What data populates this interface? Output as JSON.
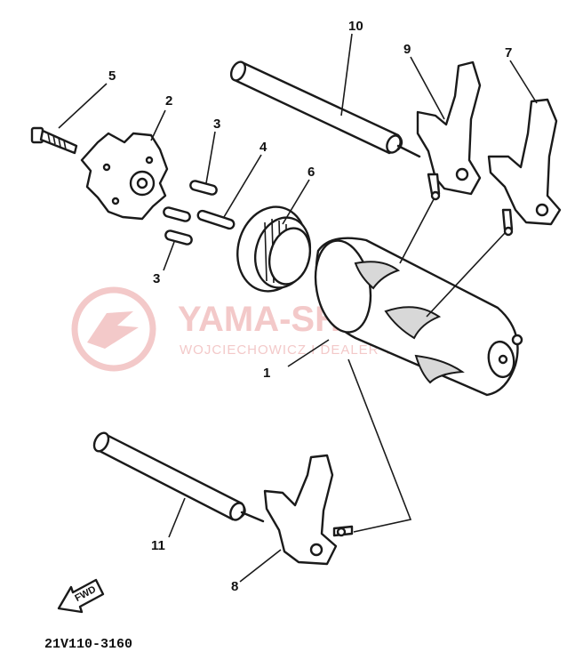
{
  "callouts": [
    "1",
    "2",
    "3",
    "3",
    "4",
    "5",
    "6",
    "7",
    "8",
    "9",
    "10",
    "11"
  ],
  "diagram_code": "21V110-3160",
  "fwd_label": "FWD",
  "watermark": {
    "title": "YAMA-SHOP.PL",
    "subtitle": "WOJCIECHOWICZ I DEALER YAMAHA",
    "color": "#f3c9c9"
  }
}
